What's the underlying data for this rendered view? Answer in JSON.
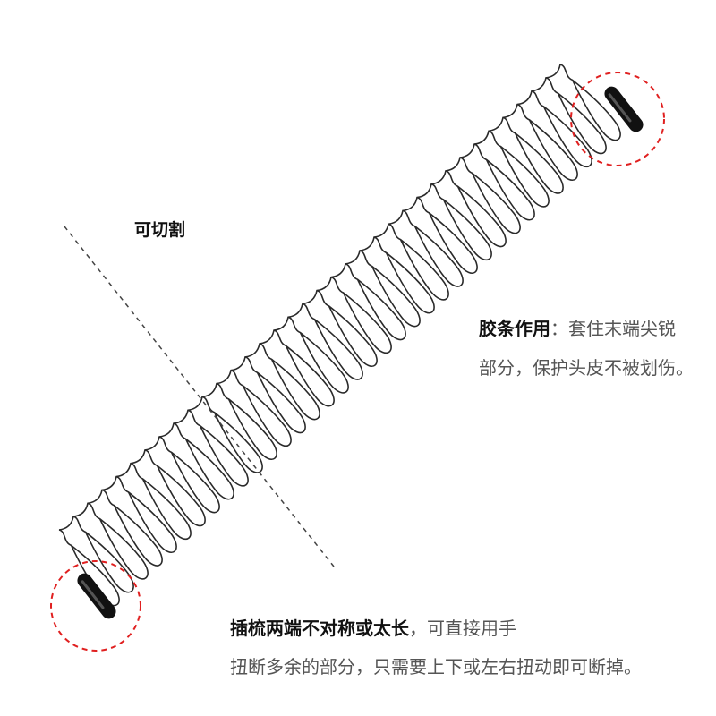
{
  "cut_label": "可切割",
  "strip_note": {
    "title": "胶条作用",
    "line1_rest": "：套住末端尖锐",
    "line2": "部分，保护头皮不被划伤。"
  },
  "asym_note": {
    "title": "插梳两端不对称或太长",
    "line1_rest": "，可直接用手",
    "line2": "扭断多余的部分，只需要上下或左右扭动即可断掉。"
  },
  "colors": {
    "highlight_circle": "#e02020",
    "wire": "#2a2a2a",
    "cap": "#111111",
    "cut_line": "#444444",
    "title_text": "#111111",
    "body_text": "#555555"
  }
}
